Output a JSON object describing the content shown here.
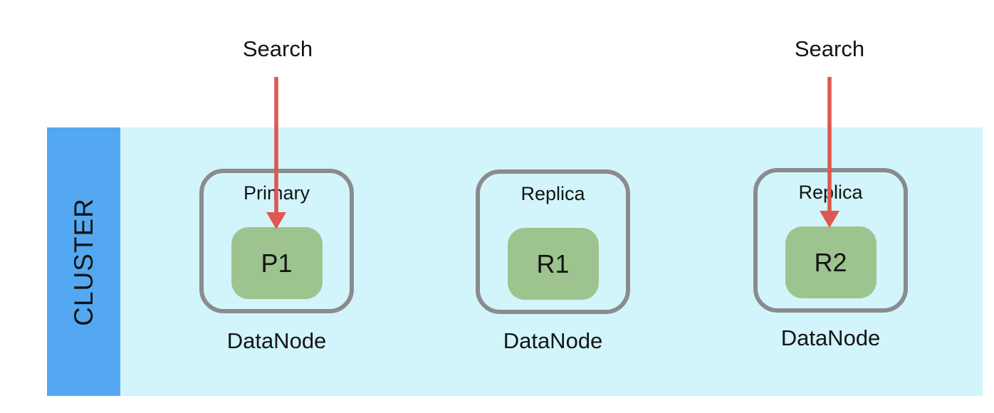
{
  "cluster": {
    "label": "CLUSTER",
    "nodes": [
      {
        "role": "Primary",
        "shard": "P1",
        "caption": "DataNode",
        "search_target": true
      },
      {
        "role": "Replica",
        "shard": "R1",
        "caption": "DataNode",
        "search_target": false
      },
      {
        "role": "Replica",
        "shard": "R2",
        "caption": "DataNode",
        "search_target": true
      }
    ]
  },
  "search_labels": [
    "Search",
    "Search"
  ],
  "colors": {
    "cluster_sidebar": "#54a8f2",
    "cluster_band": "#d1f5fa",
    "shard_fill": "#9dc48e",
    "node_border": "#8b8b8d",
    "arrow": "#e0574f",
    "text": "#141414"
  }
}
